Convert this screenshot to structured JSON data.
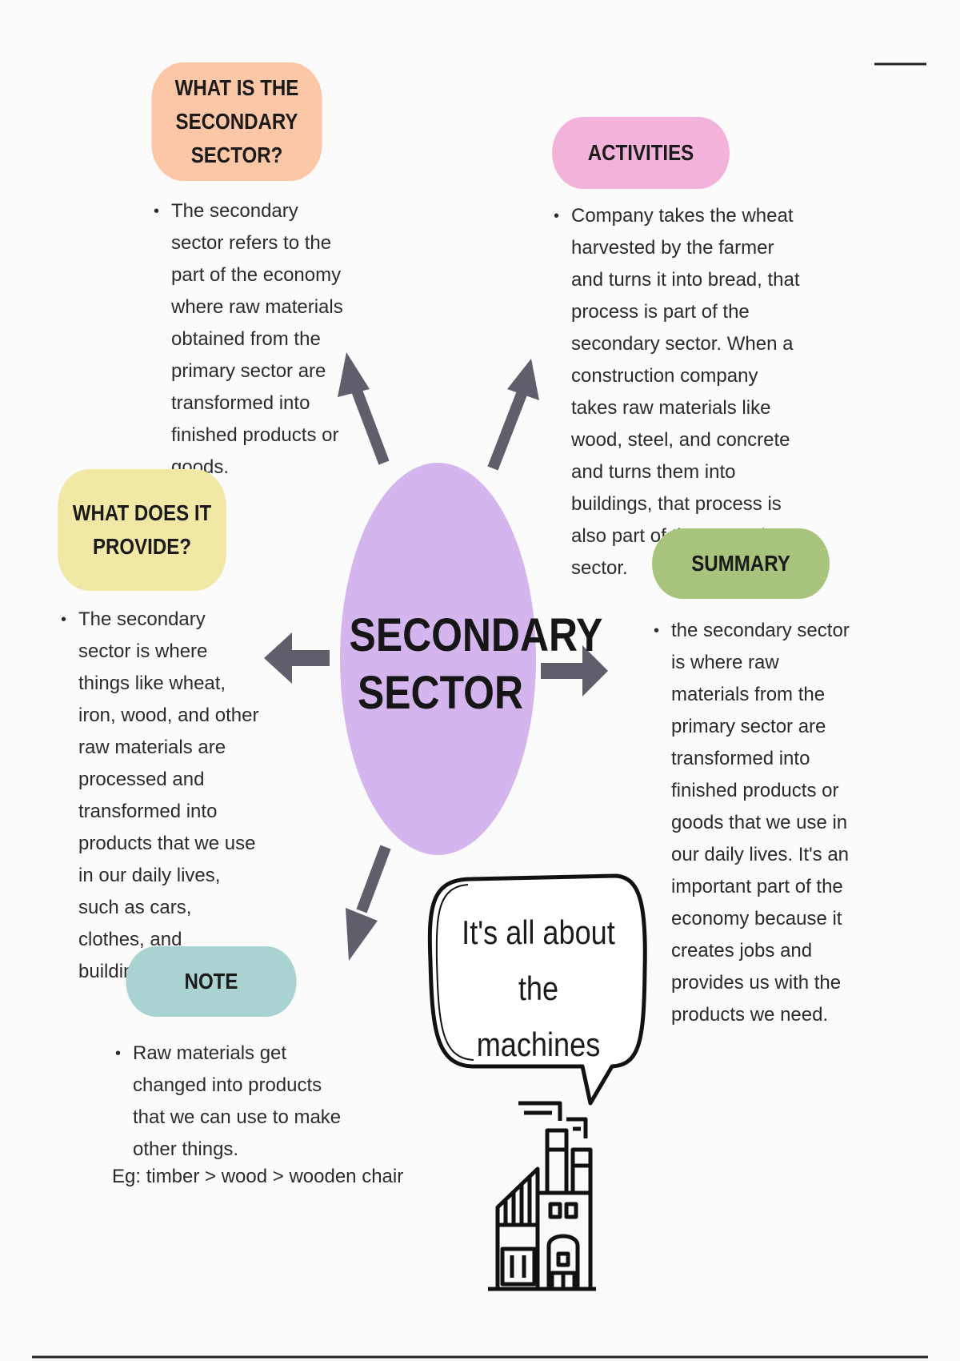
{
  "center": {
    "title": "SECONDARY\nSECTOR",
    "color": "#d4b5ee"
  },
  "nodes": {
    "what_is": {
      "label": "WHAT IS THE\nSECONDARY SECTOR?",
      "color": "#fbc7a7",
      "bullets": [
        "The secondary sector refers to the part of the economy where raw materials obtained from the primary sector are transformed into finished products or goods."
      ]
    },
    "activities": {
      "label": "ACTIVITIES",
      "color": "#f2b2d9",
      "bullets": [
        "Company takes the wheat harvested by the farmer and turns it into bread, that process is part of the secondary sector. When a construction company takes raw materials like wood, steel, and concrete and turns them into buildings, that process is also part of the secondary sector."
      ]
    },
    "provide": {
      "label": "WHAT DOES IT\nPROVIDE?",
      "color": "#f1e8a6",
      "bullets": [
        "The secondary sector is where things like wheat, iron, wood, and other raw materials are processed and transformed into products that we use in our daily lives, such as cars, clothes, and buildings."
      ]
    },
    "summary": {
      "label": "SUMMARY",
      "color": "#a8c47c",
      "bullets": [
        "the secondary sector is where raw materials from the primary sector are transformed into finished products or goods that we use in our daily lives. It's an important part of the economy because it creates jobs and provides us with the products we need."
      ]
    },
    "note": {
      "label": "NOTE",
      "color": "#a9d3d0",
      "bullets": [
        "Raw materials get changed into products that we can use to make other things."
      ],
      "example": "Eg: timber > wood > wooden chair"
    }
  },
  "speech_bubble": {
    "text": "It's all about the\nmachines"
  },
  "icons": {
    "factory": "factory-icon",
    "speech": "speech-bubble-icon"
  },
  "colors": {
    "arrow": "#5f5e6a",
    "text": "#2b2b2b"
  }
}
